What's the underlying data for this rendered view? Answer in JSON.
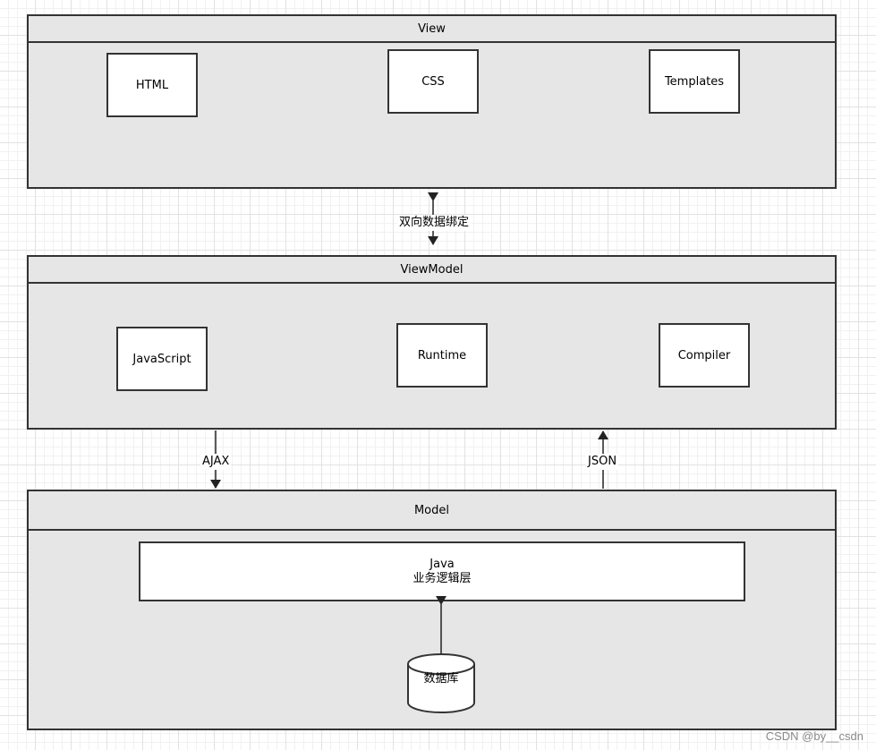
{
  "view": {
    "title": "View",
    "items": [
      "HTML",
      "CSS",
      "Templates"
    ]
  },
  "binding": {
    "label": "双向数据绑定"
  },
  "viewmodel": {
    "title": "ViewModel",
    "items": [
      "JavaScript",
      "Runtime",
      "Compiler"
    ]
  },
  "links": {
    "ajax": "AJAX",
    "json": "JSON"
  },
  "model": {
    "title": "Model",
    "java_line1": "Java",
    "java_line2": "业务逻辑层",
    "database": "数据库"
  },
  "watermark": "CSDN @by__csdn"
}
